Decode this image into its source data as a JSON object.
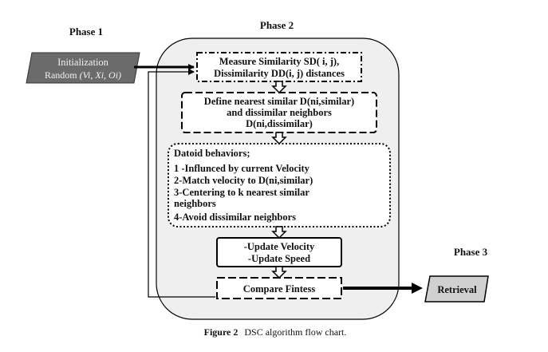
{
  "phases": {
    "phase1": "Phase 1",
    "phase2": "Phase 2",
    "phase3": "Phase 3"
  },
  "init_box": {
    "line1": "Initialization",
    "line2_prefix": "Random ",
    "line2_italic": "(Vi, Xi, Oi)"
  },
  "measure_box": {
    "line1": "Measure Similarity SD( i, j),",
    "line2": "Dissimilarity DD(i, j) distances"
  },
  "define_box": {
    "line1": "Define nearest similar D(ni,similar)",
    "line2": "and dissimilar  neighbors",
    "line3": "D(ni,dissimilar)"
  },
  "datoid_box": {
    "title": "Datoid behaviors;",
    "items": [
      "1 -Influnced by current Velocity",
      "2-Match velocity to D(ni,similar)",
      "3-Centering to k nearest similar",
      "neighbors",
      "4-Avoid dissimilar neighbors"
    ]
  },
  "update_box": {
    "line1": "-Update Velocity",
    "line2": "-Update Speed"
  },
  "compare_box": {
    "label": "Compare Fintess"
  },
  "retrieval_box": {
    "label": "Retrieval"
  },
  "caption": {
    "label": "Figure 2",
    "text": "DSC algorithm flow chart."
  },
  "colors": {
    "panel_fill": "#efefef",
    "dark_box": "#6b6b6b",
    "light_box": "#d0d0d0",
    "stroke": "#000000"
  }
}
